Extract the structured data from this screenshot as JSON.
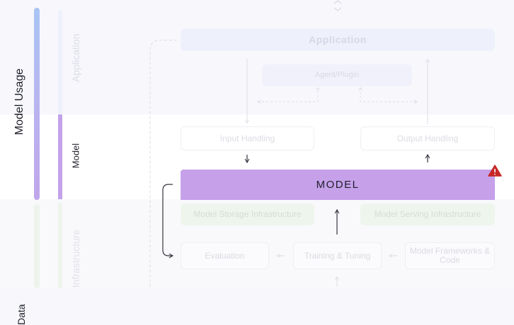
{
  "layers": {
    "model_usage": "Model Usage",
    "application": "Application",
    "model": "Model",
    "infrastructure": "Infrastructure",
    "data": "Data"
  },
  "boxes": {
    "application": "Application",
    "agent_plugin": "Agent/Plugin",
    "input_handling": "Input Handling",
    "output_handling": "Output Handling",
    "model": "MODEL",
    "model_storage": "Model Storage Infrastructure",
    "model_serving": "Model Serving Infrastructure",
    "evaluation": "Evaluation",
    "training": "Training & Tuning",
    "frameworks": "Model Frameworks & Code"
  },
  "colors": {
    "model_accent": "#c6a1ea",
    "infra_accent": "#eef5ed",
    "app_accent": "#eef0fb",
    "warning": "#c62828"
  },
  "icons": {
    "warning": "warning-triangle-icon"
  }
}
